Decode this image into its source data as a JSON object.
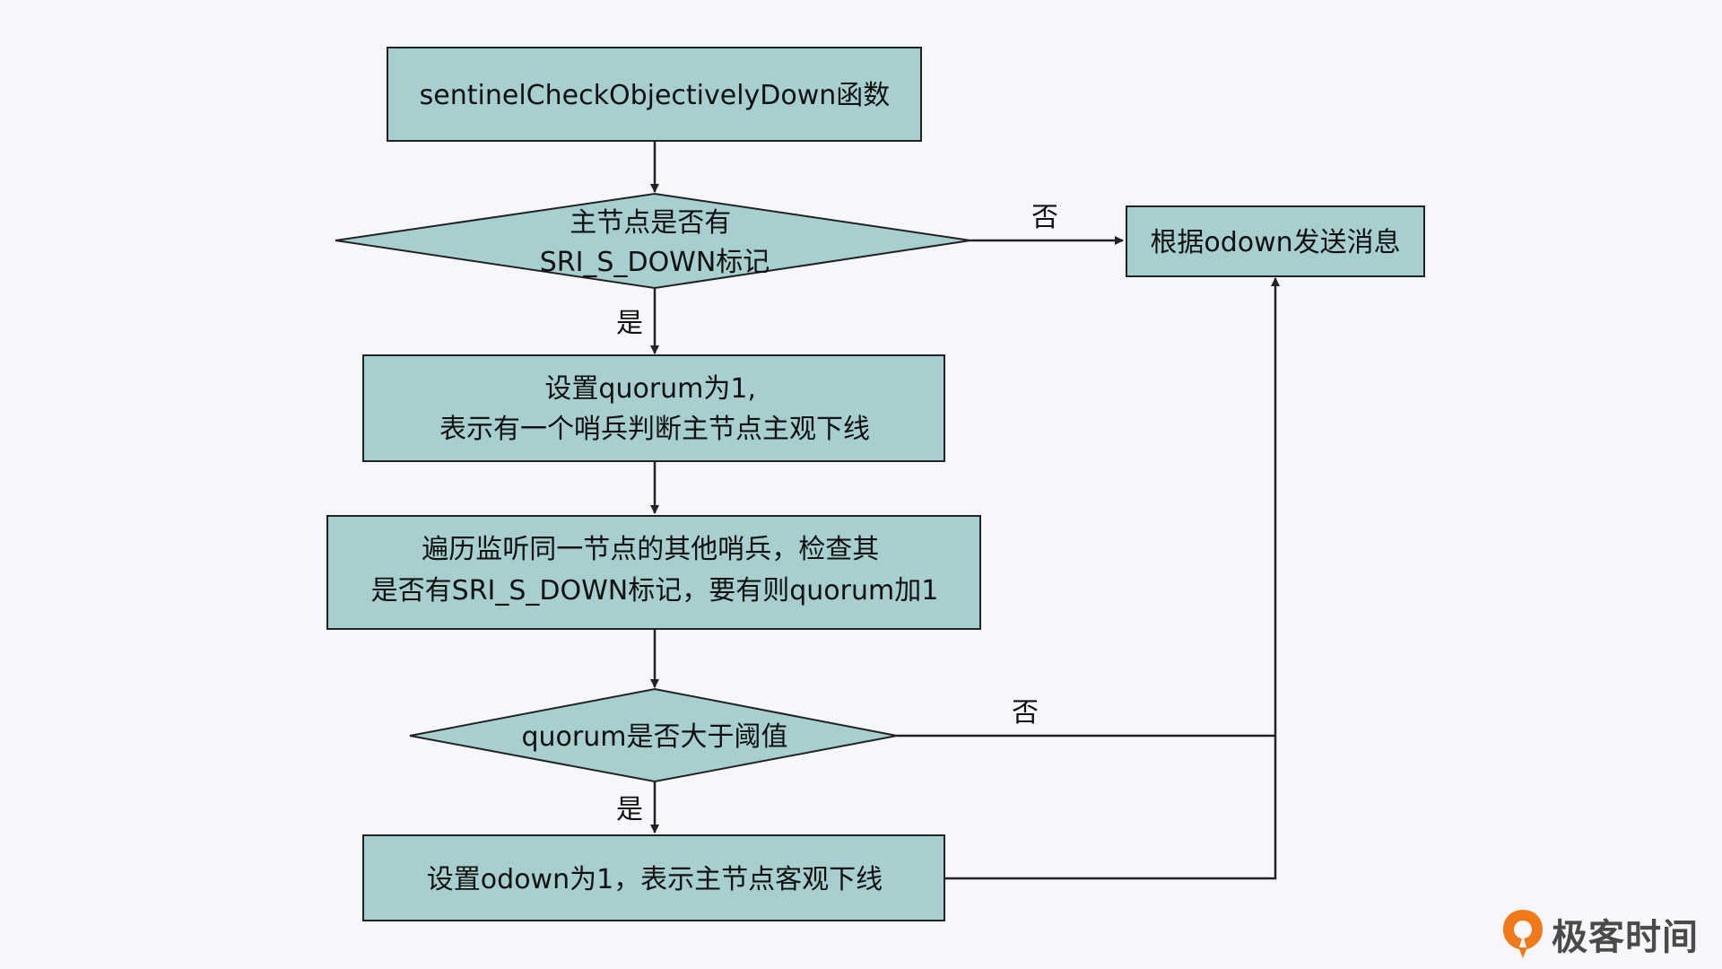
{
  "colors": {
    "node_fill": "#a8cfcf",
    "stroke": "#222222",
    "background": "#f5f7fa",
    "logo_accent": "#f07a1a"
  },
  "nodes": {
    "start": [
      "sentinelCheckObjectivelyDown函数"
    ],
    "sdown_check": [
      "主节点是否有",
      "SRI_S_DOWN标记"
    ],
    "send_msg": [
      "根据odown发送消息"
    ],
    "set_quorum": [
      "设置quorum为1,",
      "表示有一个哨兵判断主节点主观下线"
    ],
    "iterate": [
      "遍历监听同一节点的其他哨兵，检查其",
      "是否有SRI_S_DOWN标记，要有则quorum加1"
    ],
    "quorum_check": [
      "quorum是否大于阈值"
    ],
    "set_odown": [
      "设置odown为1，表示主节点客观下线"
    ]
  },
  "edge_labels": {
    "sdown_no": "否",
    "sdown_yes": "是",
    "quorum_no": "否",
    "quorum_yes": "是"
  },
  "logo": {
    "text": "极客时间",
    "icon": "geektime-logo-icon"
  }
}
